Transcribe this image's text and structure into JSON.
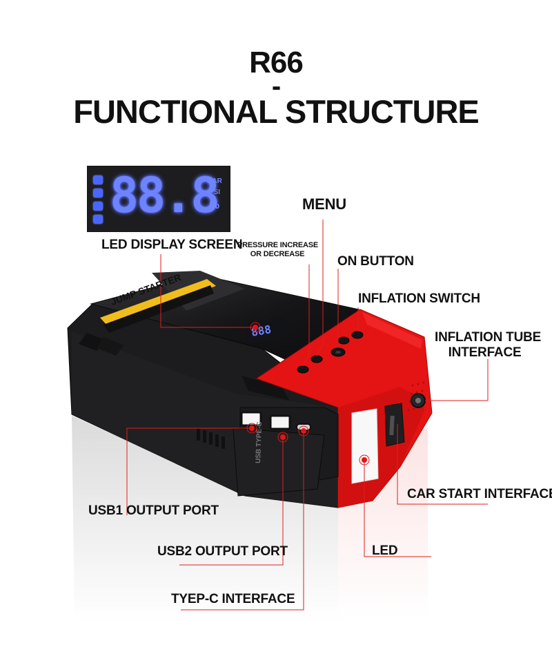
{
  "header": {
    "model": "R66",
    "separator": "-",
    "subtitle": "FUNCTIONAL STRUCTURE"
  },
  "lcd": {
    "digits": "88.8",
    "units": [
      "BAR",
      "PSI",
      "%"
    ],
    "icons": [
      "car-icon",
      "motorcycle-icon",
      "bicycle-icon",
      "ball-icon"
    ],
    "digit_color": "#6E83FF"
  },
  "device": {
    "lid_text": "JUMP STARTER",
    "port_text": "USB TYPE-C",
    "accent_red": "#E41414",
    "body_black": "#1C1C1E",
    "leader_red": "#E11E1E"
  },
  "callouts": {
    "led_display_screen": "LED DISPLAY SCREEN",
    "menu": "MENU",
    "pressure_increase_line1": "PRESSURE INCREASE",
    "pressure_increase_line2": "OR DECREASE",
    "on_button": "ON BUTTON",
    "inflation_switch": "INFLATION SWITCH",
    "inflation_tube_line1": "INFLATION TUBE",
    "inflation_tube_line2": "INTERFACE",
    "car_start_interface": "CAR START INTERFACE",
    "usb1_output_port": "USB1 OUTPUT PORT",
    "usb2_output_port": "USB2 OUTPUT PORT",
    "led": "LED",
    "type_c_interface": "TYEP-C INTERFACE"
  }
}
